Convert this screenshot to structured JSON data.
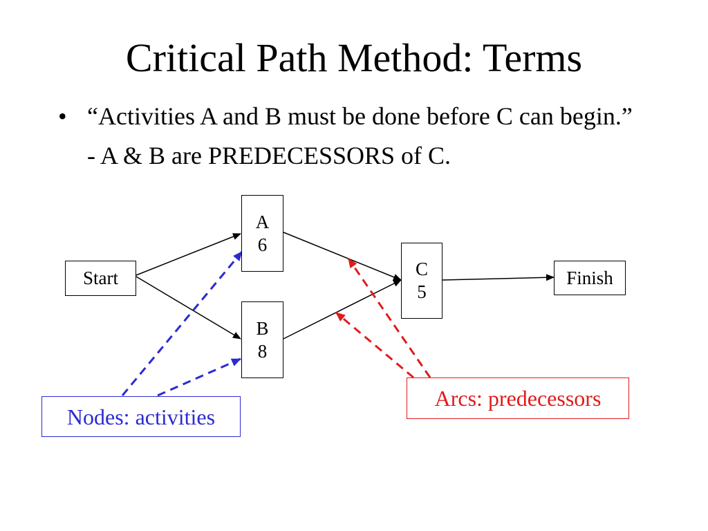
{
  "slide": {
    "title": "Critical Path Method: Terms",
    "bullet_glyph": "•",
    "bullet_text": "“Activities A and B must be done before C can begin.” - A & B are PREDECESSORS of C."
  },
  "nodes": {
    "start": {
      "label": "Start"
    },
    "a": {
      "label": "A",
      "duration": "6"
    },
    "b": {
      "label": "B",
      "duration": "8"
    },
    "c": {
      "label": "C",
      "duration": "5"
    },
    "finish": {
      "label": "Finish"
    }
  },
  "edges": [
    {
      "from": "Start",
      "to": "A"
    },
    {
      "from": "Start",
      "to": "B"
    },
    {
      "from": "A",
      "to": "C"
    },
    {
      "from": "B",
      "to": "C"
    },
    {
      "from": "C",
      "to": "Finish"
    }
  ],
  "callouts": {
    "nodes": {
      "text": "Nodes: activities",
      "color": "#2b2bcf"
    },
    "arcs": {
      "text": "Arcs: predecessors",
      "color": "#e01b1b"
    }
  }
}
